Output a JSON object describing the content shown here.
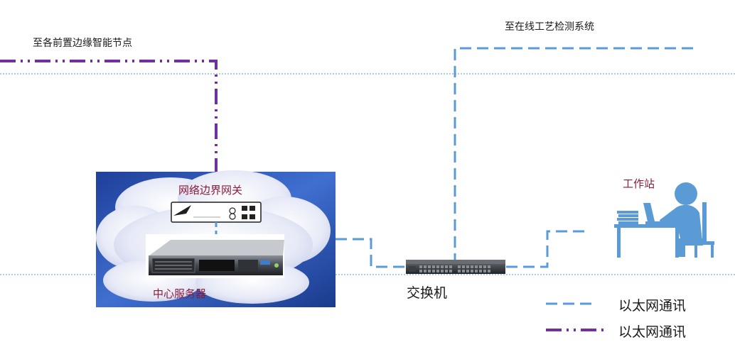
{
  "labels": {
    "to_edge_nodes": "至各前置边缘智能节点",
    "to_online_system": "至在线工艺检测系统",
    "gateway": "网络边界网关",
    "server": "中心服务器",
    "switch": "交换机",
    "workstation": "工作站"
  },
  "legend": [
    {
      "label": "以太网通讯",
      "style": "dashed",
      "color": "#5b9bd5"
    },
    {
      "label": "以太网通讯",
      "style": "dash-dot-dot",
      "color": "#7030a0"
    }
  ],
  "colors": {
    "ethernet_blue": "#5b9bd5",
    "edge_purple": "#7030a0",
    "guide_line": "#5b9bd5"
  }
}
